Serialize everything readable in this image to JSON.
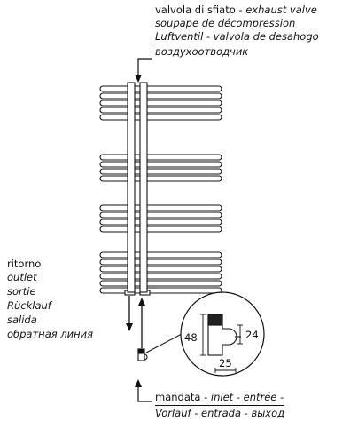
{
  "exhaust_valve": {
    "line1_plain": "valvola di sfiato - ",
    "line1_italic": "exhaust valve",
    "line2": "soupape de décompression",
    "line3": "Luftventil - valvola de desahogo",
    "line4": "воздухоотводчик"
  },
  "outlet": {
    "line1": "ritorno",
    "line2": "outlet",
    "line3": "sortie",
    "line4": "Rücklauf",
    "line5": "salida",
    "line6": "обратная линия"
  },
  "inlet": {
    "line1_plain": "mandata - ",
    "line1_italic": "inlet - entrée -",
    "line2": "Vorlauf - entrada - выход"
  },
  "dimensions": {
    "height": "48",
    "width": "25",
    "offset": "24"
  }
}
